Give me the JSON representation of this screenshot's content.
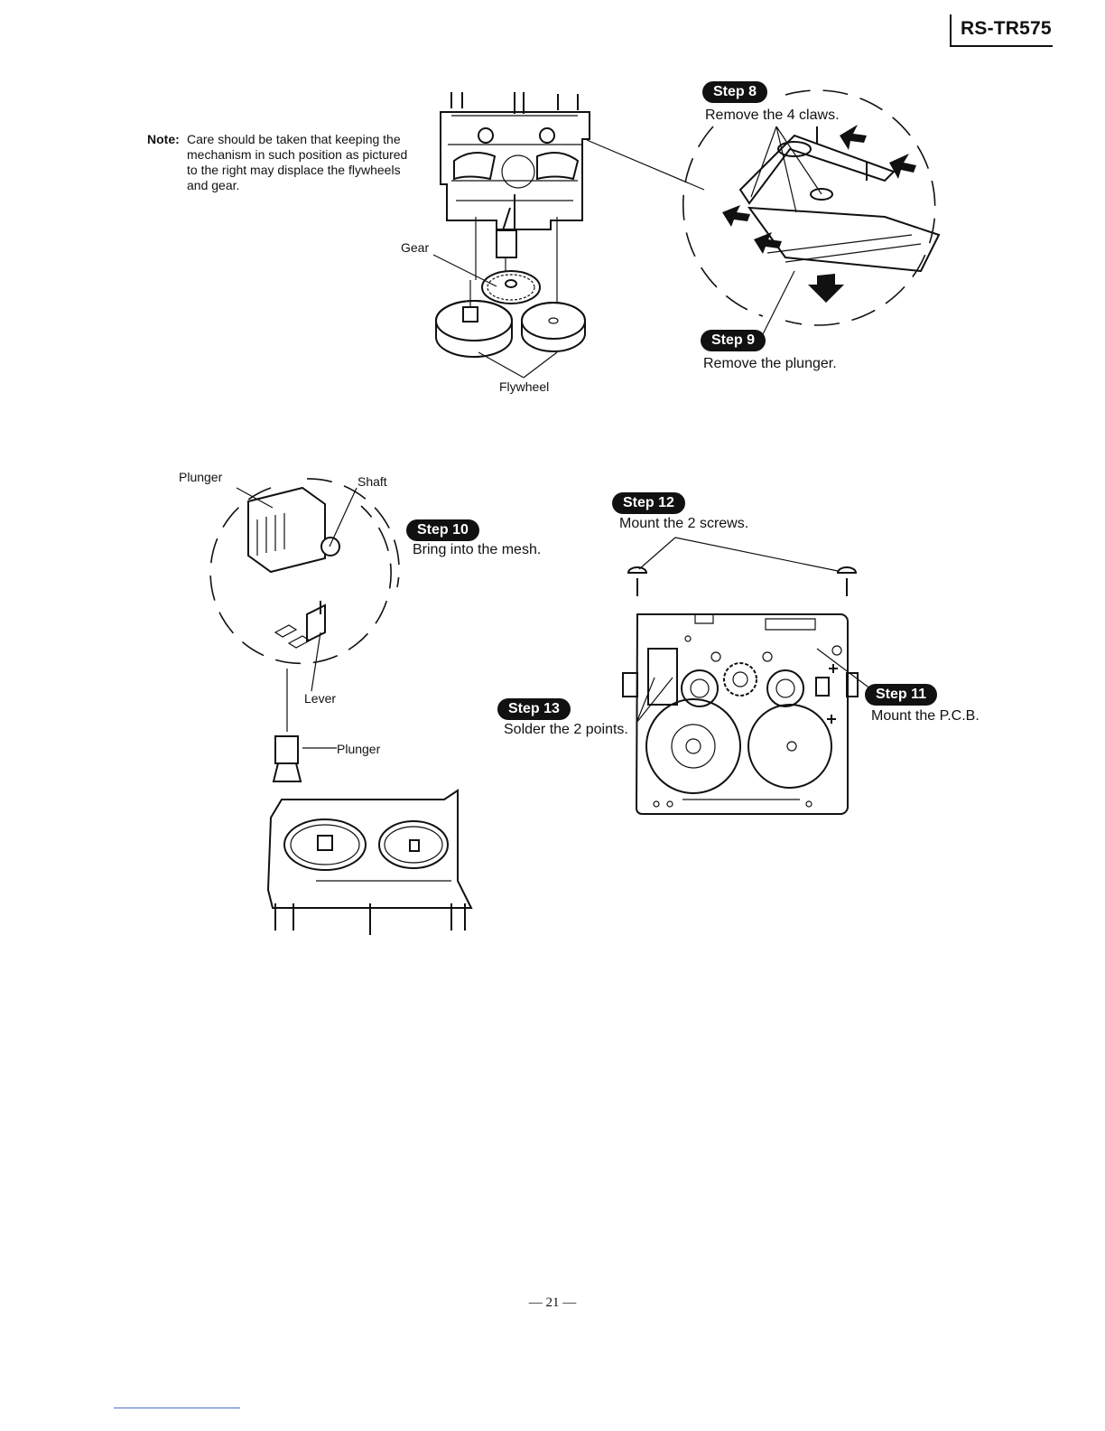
{
  "header": {
    "model": "RS-TR575"
  },
  "note": {
    "label": "Note:",
    "text": "Care should be taken that keeping the mechanism in such position as pictured to the right may displace the flywheels and gear."
  },
  "labels": {
    "gear": "Gear",
    "flywheel": "Flywheel",
    "plunger_top": "Plunger",
    "shaft": "Shaft",
    "lever": "Lever",
    "plunger_bottom": "Plunger"
  },
  "steps": [
    {
      "badge": "Step 8",
      "text": "Remove the 4 claws."
    },
    {
      "badge": "Step 9",
      "text": "Remove the plunger."
    },
    {
      "badge": "Step 10",
      "text": "Bring into the mesh."
    },
    {
      "badge": "Step 11",
      "text": "Mount the P.C.B."
    },
    {
      "badge": "Step 12",
      "text": "Mount the 2 screws."
    },
    {
      "badge": "Step 13",
      "text": "Solder the 2 points."
    }
  ],
  "footer": {
    "page_number": "— 21 —"
  }
}
